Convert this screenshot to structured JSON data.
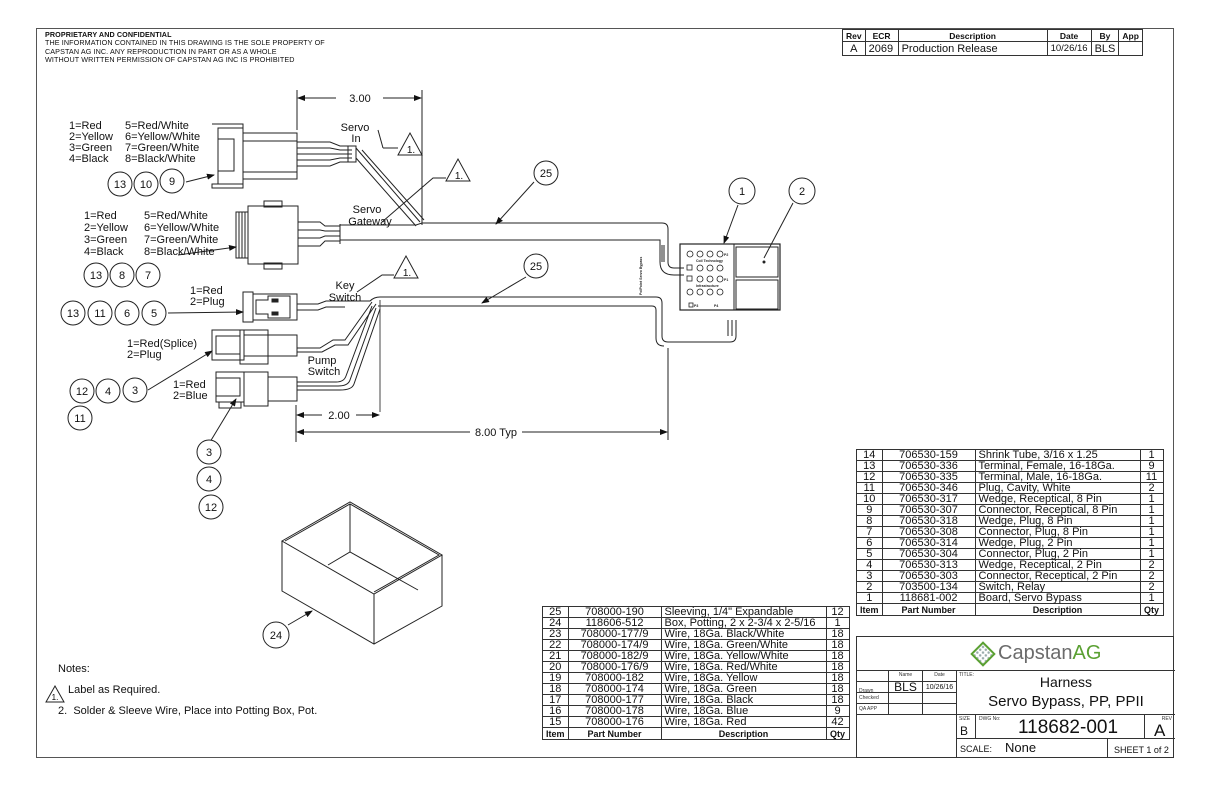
{
  "confidential": {
    "heading": "PROPRIETARY AND CONFIDENTIAL",
    "lines": [
      "THE INFORMATION CONTAINED IN THIS DRAWING IS THE SOLE PROPERTY OF",
      "CAPSTAN AG INC. ANY REPRODUCTION IN PART OR AS A WHOLE",
      "WITHOUT WRITTEN PERMISSION OF CAPSTAN AG INC IS PROHIBITED"
    ]
  },
  "revision_table": {
    "headers": [
      "Rev",
      "ECR",
      "Description",
      "Date",
      "By",
      "App"
    ],
    "rows": [
      {
        "rev": "A",
        "ecr": "2069",
        "description": "Production Release",
        "date": "10/26/16",
        "by": "BLS",
        "app": ""
      }
    ]
  },
  "connectors": {
    "servo_in": {
      "pins_left": [
        "1=Red",
        "2=Yellow",
        "3=Green",
        "4=Black"
      ],
      "pins_right": [
        "5=Red/White",
        "6=Yellow/White",
        "7=Green/White",
        "8=Black/White"
      ],
      "balloons": [
        "13",
        "10",
        "9"
      ],
      "label": [
        "Servo",
        "In"
      ]
    },
    "servo_gateway": {
      "pins_left": [
        "1=Red",
        "2=Yellow",
        "3=Green",
        "4=Black"
      ],
      "pins_right": [
        "5=Red/White",
        "6=Yellow/White",
        "7=Green/White",
        "8=Black/White"
      ],
      "balloons": [
        "13",
        "8",
        "7"
      ],
      "label": [
        "Servo",
        "Gateway"
      ]
    },
    "key_switch": {
      "pins": [
        "1=Red",
        "2=Plug"
      ],
      "balloons": [
        "13",
        "11",
        "6",
        "5"
      ],
      "label": [
        "Key",
        "Switch"
      ]
    },
    "pump_switch_a": {
      "pins": [
        "1=Red(Splice)",
        "2=Plug"
      ],
      "balloons": [
        "12",
        "4",
        "3",
        "11"
      ]
    },
    "pump_switch_b": {
      "pins": [
        "1=Red",
        "2=Blue"
      ],
      "balloons": [
        "3",
        "4",
        "12"
      ],
      "label": [
        "Pump",
        "Switch"
      ]
    }
  },
  "callouts": {
    "note_flag": "1.",
    "sleeving": "25",
    "board": "1",
    "relay": "2",
    "potting_box": "24"
  },
  "dimensions": {
    "servo_in_length": "3.00",
    "pump_branch": "2.00",
    "overall": "8.00 Typ"
  },
  "board": {
    "side_label": "PolPoint Servo Bypass",
    "labels": [
      "Coil Technology",
      "Infrastructure"
    ],
    "pin_labels": [
      "P2",
      "P1",
      "P3",
      "P4"
    ]
  },
  "bom_right": {
    "headers": [
      "Item",
      "Part Number",
      "Description",
      "Qty"
    ],
    "rows": [
      {
        "item": "14",
        "part": "706530-159",
        "desc": "Shrink Tube, 3/16 x 1.25",
        "qty": "1"
      },
      {
        "item": "13",
        "part": "706530-336",
        "desc": "Terminal, Female, 16-18Ga.",
        "qty": "9"
      },
      {
        "item": "12",
        "part": "706530-335",
        "desc": "Terminal, Male, 16-18Ga.",
        "qty": "11"
      },
      {
        "item": "11",
        "part": "706530-346",
        "desc": "Plug, Cavity, White",
        "qty": "2"
      },
      {
        "item": "10",
        "part": "706530-317",
        "desc": "Wedge, Receptical, 8 Pin",
        "qty": "1"
      },
      {
        "item": "9",
        "part": "706530-307",
        "desc": "Connector, Receptical, 8 Pin",
        "qty": "1"
      },
      {
        "item": "8",
        "part": "706530-318",
        "desc": "Wedge, Plug, 8 Pin",
        "qty": "1"
      },
      {
        "item": "7",
        "part": "706530-308",
        "desc": "Connector, Plug, 8 Pin",
        "qty": "1"
      },
      {
        "item": "6",
        "part": "706530-314",
        "desc": "Wedge, Plug, 2 Pin",
        "qty": "1"
      },
      {
        "item": "5",
        "part": "706530-304",
        "desc": "Connector, Plug, 2 Pin",
        "qty": "1"
      },
      {
        "item": "4",
        "part": "706530-313",
        "desc": "Wedge, Receptical, 2 Pin",
        "qty": "2"
      },
      {
        "item": "3",
        "part": "706530-303",
        "desc": "Connector, Receptical, 2 Pin",
        "qty": "2"
      },
      {
        "item": "2",
        "part": "703500-134",
        "desc": "Switch, Relay",
        "qty": "2"
      },
      {
        "item": "1",
        "part": "118681-002",
        "desc": "Board, Servo Bypass",
        "qty": "1"
      }
    ]
  },
  "bom_left": {
    "headers": [
      "Item",
      "Part Number",
      "Description",
      "Qty"
    ],
    "rows": [
      {
        "item": "25",
        "part": "708000-190",
        "desc": "Sleeving, 1/4\" Expandable",
        "qty": "12"
      },
      {
        "item": "24",
        "part": "118606-512",
        "desc": "Box, Potting, 2 x 2-3/4 x 2-5/16",
        "qty": "1"
      },
      {
        "item": "23",
        "part": "708000-177/9",
        "desc": "Wire, 18Ga. Black/White",
        "qty": "18"
      },
      {
        "item": "22",
        "part": "708000-174/9",
        "desc": "Wire, 18Ga. Green/White",
        "qty": "18"
      },
      {
        "item": "21",
        "part": "708000-182/9",
        "desc": "Wire, 18Ga. Yellow/White",
        "qty": "18"
      },
      {
        "item": "20",
        "part": "708000-176/9",
        "desc": "Wire, 18Ga. Red/White",
        "qty": "18"
      },
      {
        "item": "19",
        "part": "708000-182",
        "desc": "Wire, 18Ga. Yellow",
        "qty": "18"
      },
      {
        "item": "18",
        "part": "708000-174",
        "desc": "Wire, 18Ga. Green",
        "qty": "18"
      },
      {
        "item": "17",
        "part": "708000-177",
        "desc": "Wire, 18Ga. Black",
        "qty": "18"
      },
      {
        "item": "16",
        "part": "708000-178",
        "desc": "Wire, 18Ga. Blue",
        "qty": "9"
      },
      {
        "item": "15",
        "part": "708000-176",
        "desc": "Wire, 18Ga. Red",
        "qty": "42"
      }
    ]
  },
  "title_block": {
    "logo_text_main": "Capstan",
    "logo_text_accent": "AG",
    "logo_color": "#5aa032",
    "logo_text_color": "#6b6b6b",
    "name_header": "Name",
    "date_header": "Date",
    "drawn_label": "Drawn",
    "drawn_name": "BLS",
    "drawn_date": "10/26/16",
    "checked_label": "Checked",
    "qa_label": "QA APP",
    "title_label": "TITLE:",
    "title_line1": "Harness",
    "title_line2": "Servo Bypass, PP, PPII",
    "size_label": "SIZE",
    "size": "B",
    "dwg_label": "DWG No:",
    "dwg_no": "118682-001",
    "rev_label": "REV",
    "rev": "A",
    "scale_label": "SCALE:",
    "scale": "None",
    "sheet": "SHEET 1 of 2"
  },
  "notes": {
    "heading": "Notes:",
    "items": [
      {
        "num": "1.",
        "text": "Label as Required."
      },
      {
        "num": "2.",
        "text": "Solder & Sleeve Wire, Place into Potting Box, Pot."
      }
    ]
  }
}
